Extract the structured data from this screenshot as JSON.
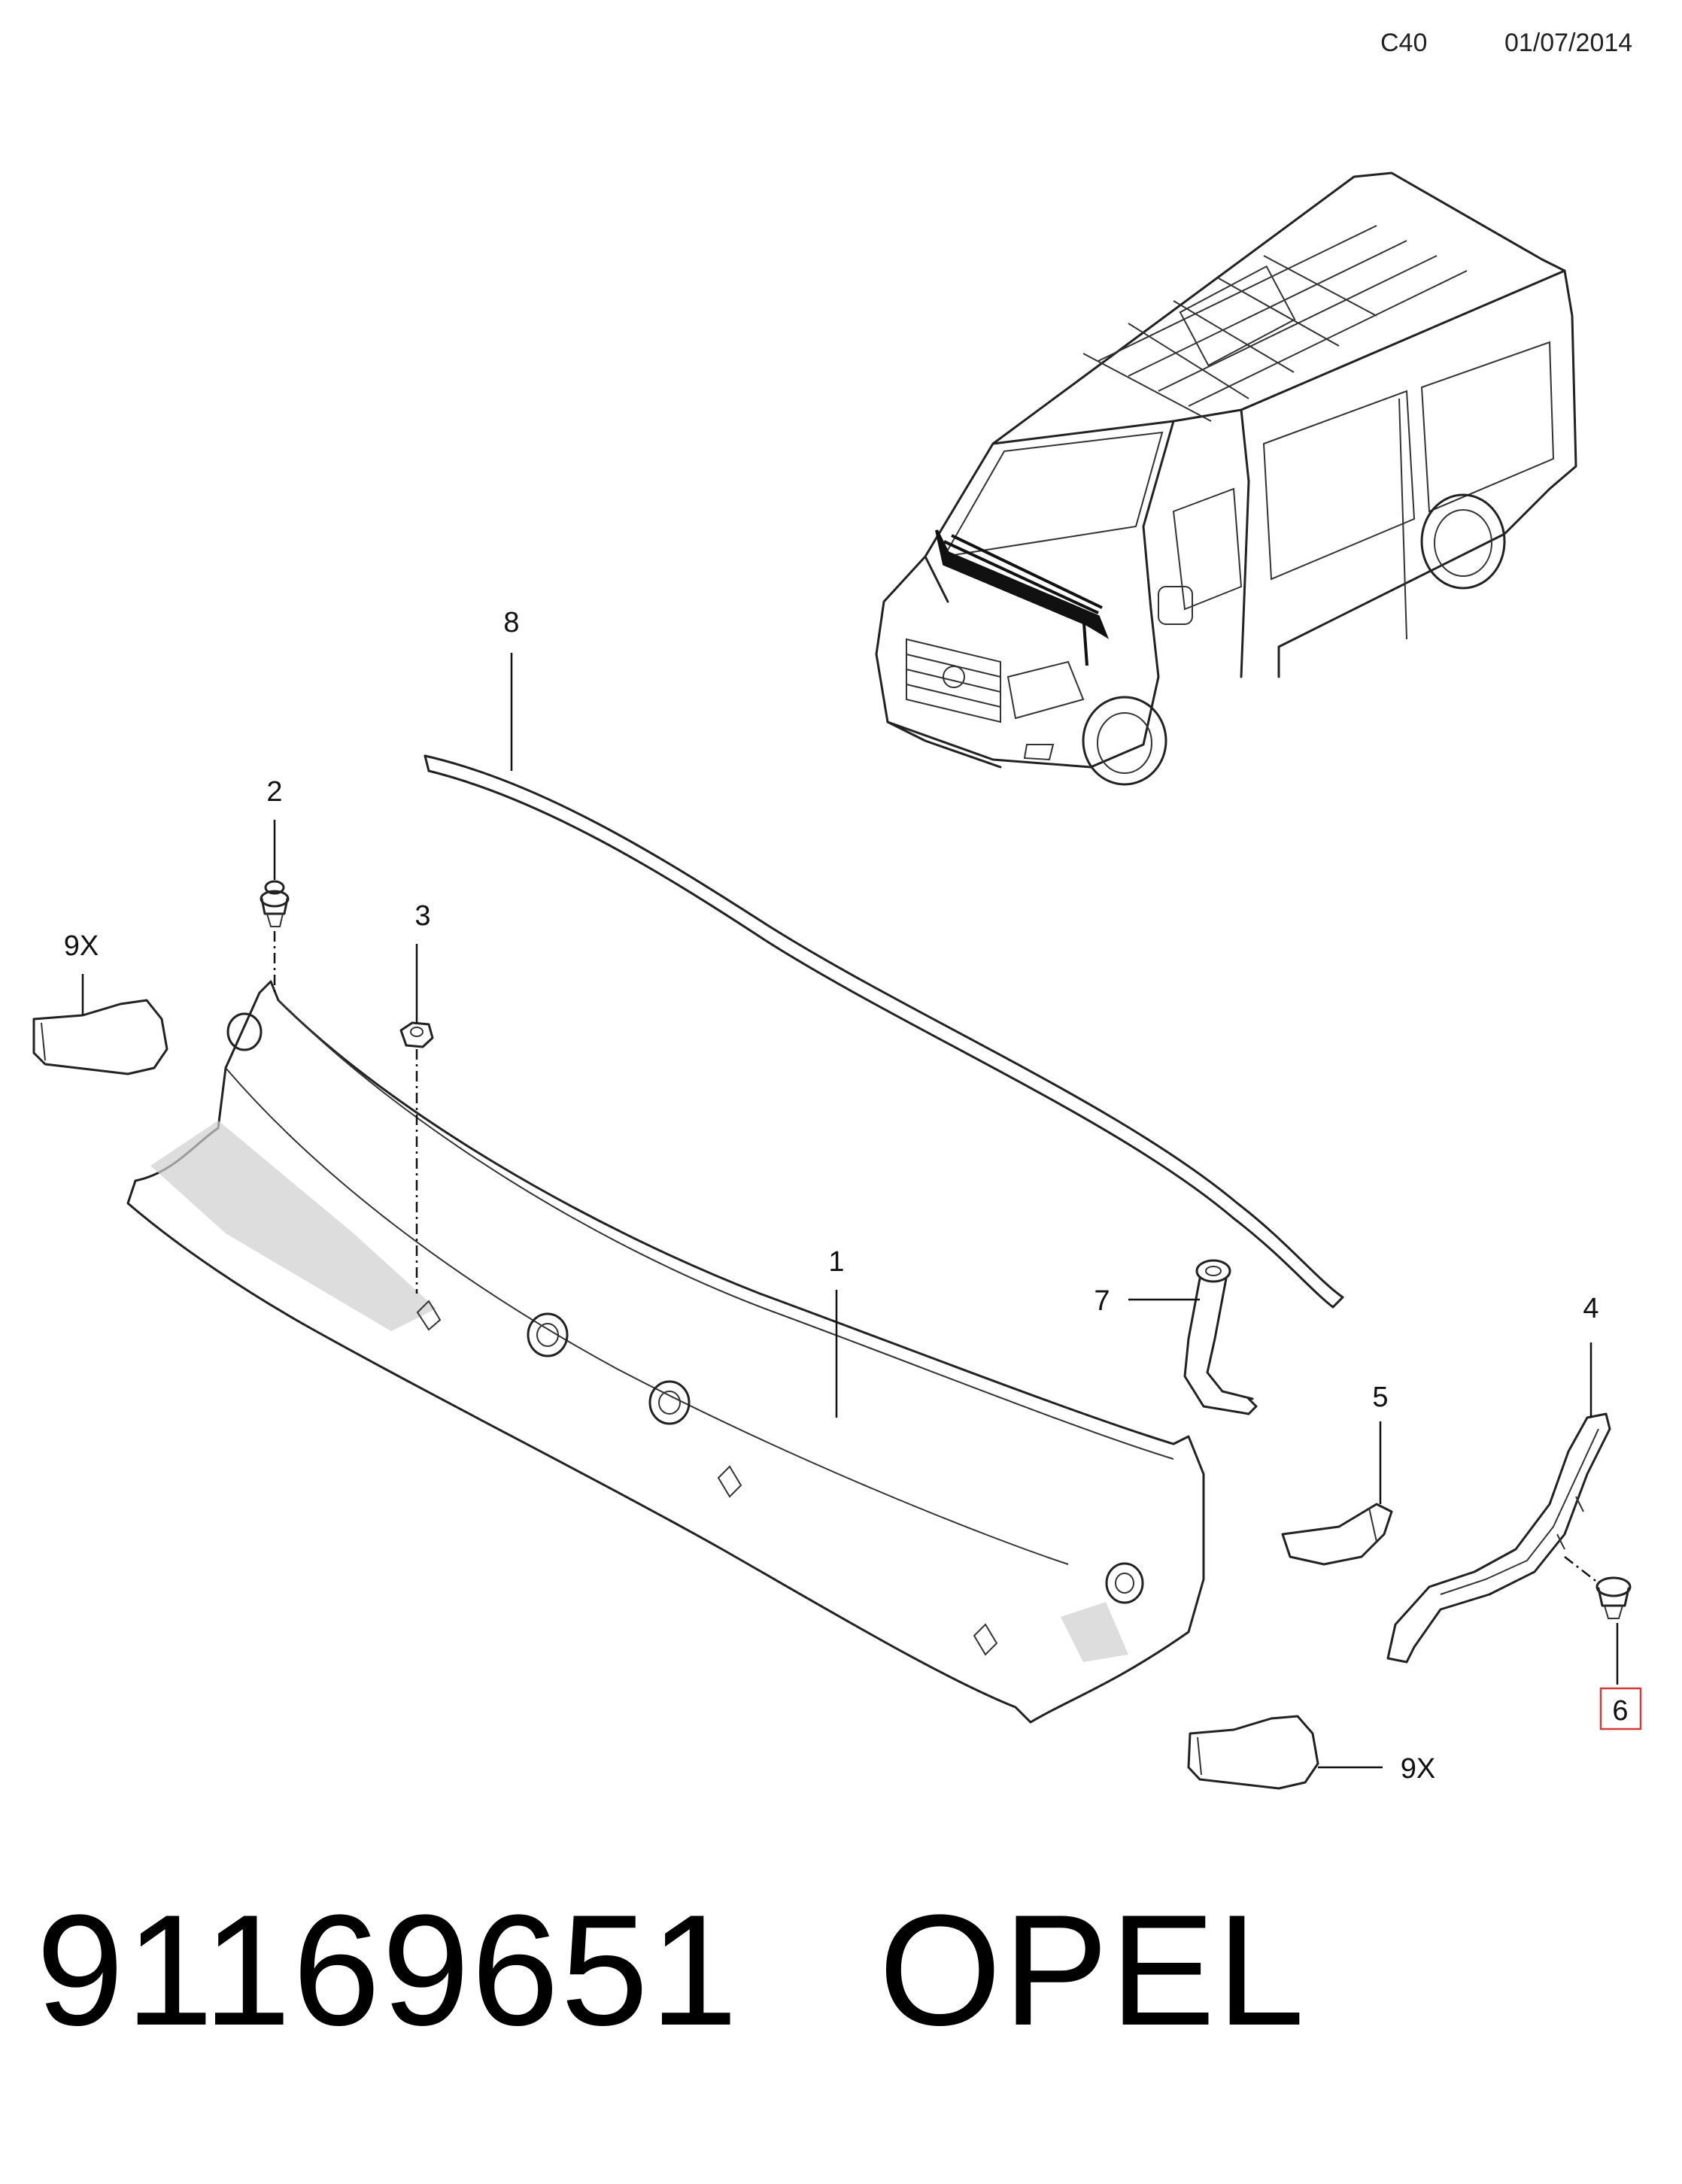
{
  "header": {
    "code": "C40",
    "date": "01/07/2014"
  },
  "callouts": {
    "c1": "1",
    "c2": "2",
    "c3": "3",
    "c4": "4",
    "c5": "5",
    "c6": "6",
    "c7": "7",
    "c8": "8",
    "c9a": "9X",
    "c9b": "9X"
  },
  "highlighted_callout": "6",
  "footer": {
    "part_number": "91169651",
    "brand": "OPEL"
  },
  "colors": {
    "highlight": "#d43a3a",
    "line": "#222222"
  }
}
